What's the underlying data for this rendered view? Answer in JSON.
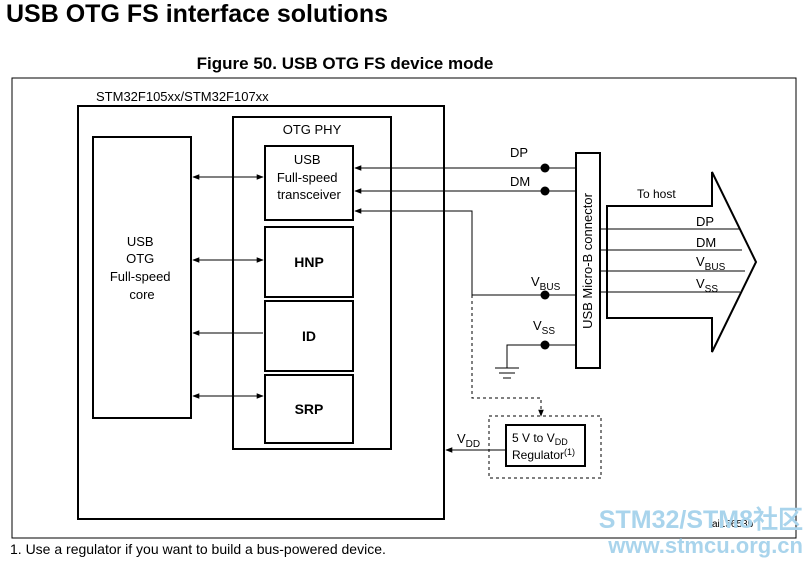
{
  "heading": "USB OTG FS interface solutions",
  "figure_title": "Figure 50. USB OTG FS device mode",
  "diagram": {
    "chip_label": "STM32F105xx/STM32F107xx",
    "core_label": [
      "USB",
      "OTG",
      "Full-speed",
      "core"
    ],
    "phy_label": "OTG PHY",
    "transceiver_label": [
      "USB",
      "Full-speed",
      "transceiver"
    ],
    "hnp_label": "HNP",
    "id_label": "ID",
    "srp_label": "SRP",
    "dp_label": "DP",
    "dm_label": "DM",
    "vbus": {
      "main": "V",
      "sub": "BUS"
    },
    "vss": {
      "main": "V",
      "sub": "SS"
    },
    "vdd": {
      "main": "V",
      "sub": "DD"
    },
    "connector_label": "USB Micro-B connector",
    "to_host_label": "To host",
    "host_dp": "DP",
    "host_dm": "DM",
    "host_vbus": {
      "main": "V",
      "sub": "BUS"
    },
    "host_vss": {
      "main": "V",
      "sub": "SS"
    },
    "regulator": {
      "line1_main": "5 V to V",
      "line1_sub": "DD",
      "line2_main": "Regulator",
      "line2_sup": "(1)"
    },
    "ref_code": "ai15653b"
  },
  "footnote": "1.   Use a regulator if you want to build a bus-powered device.",
  "watermark": [
    "STM32/STM8社区",
    "www.stmcu.org.cn"
  ]
}
